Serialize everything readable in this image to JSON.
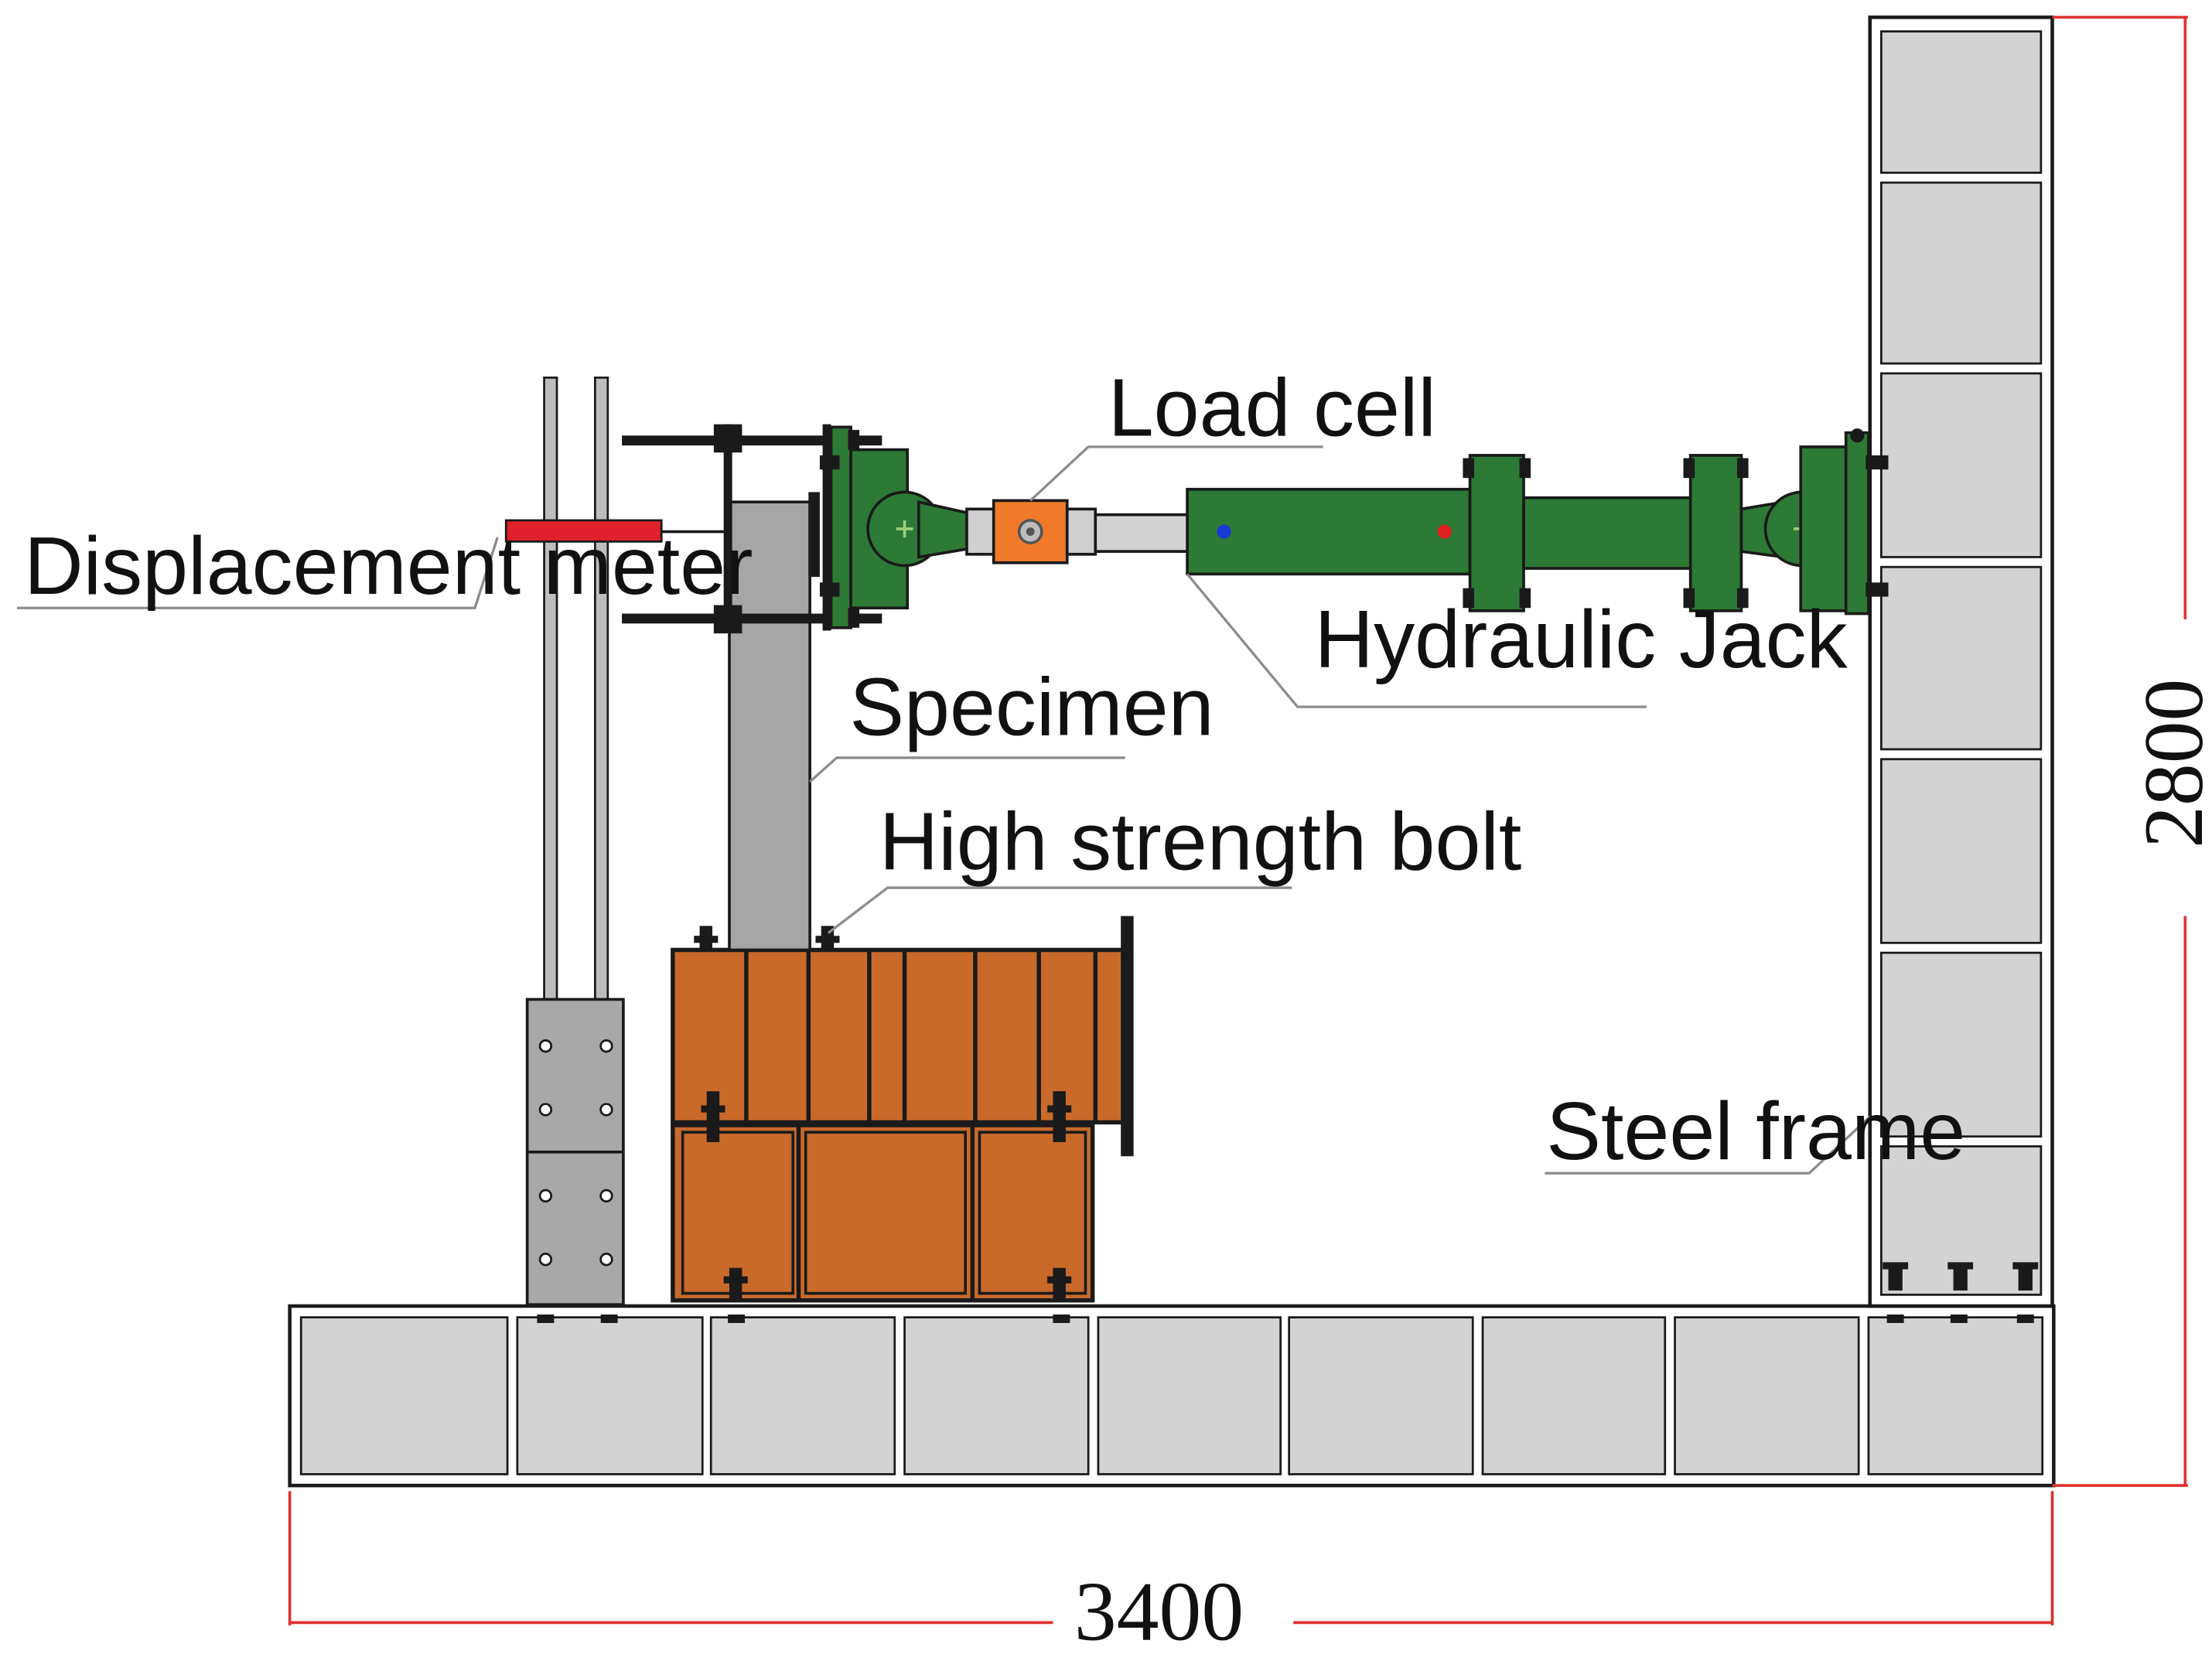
{
  "labels": {
    "load_cell": "Load cell",
    "displacement_meter": "Displacement meter",
    "hydraulic_jack": "Hydraulic Jack",
    "specimen": "Specimen",
    "high_strength_bolt": "High strength bolt",
    "steel_frame": "Steel frame"
  },
  "dimensions": {
    "width": "3400",
    "height": "2800"
  },
  "colors": {
    "steel_fill": "#d3d3d3",
    "specimen_fill": "#a6a6a6",
    "support_fill": "#c96a2b",
    "jack_fill": "#2c7a35",
    "displacement_meter_fill": "#e0202a",
    "load_cell_fill": "#f07a2a",
    "dimension_line": "#e03030",
    "leader_line": "#8c8c8c"
  }
}
